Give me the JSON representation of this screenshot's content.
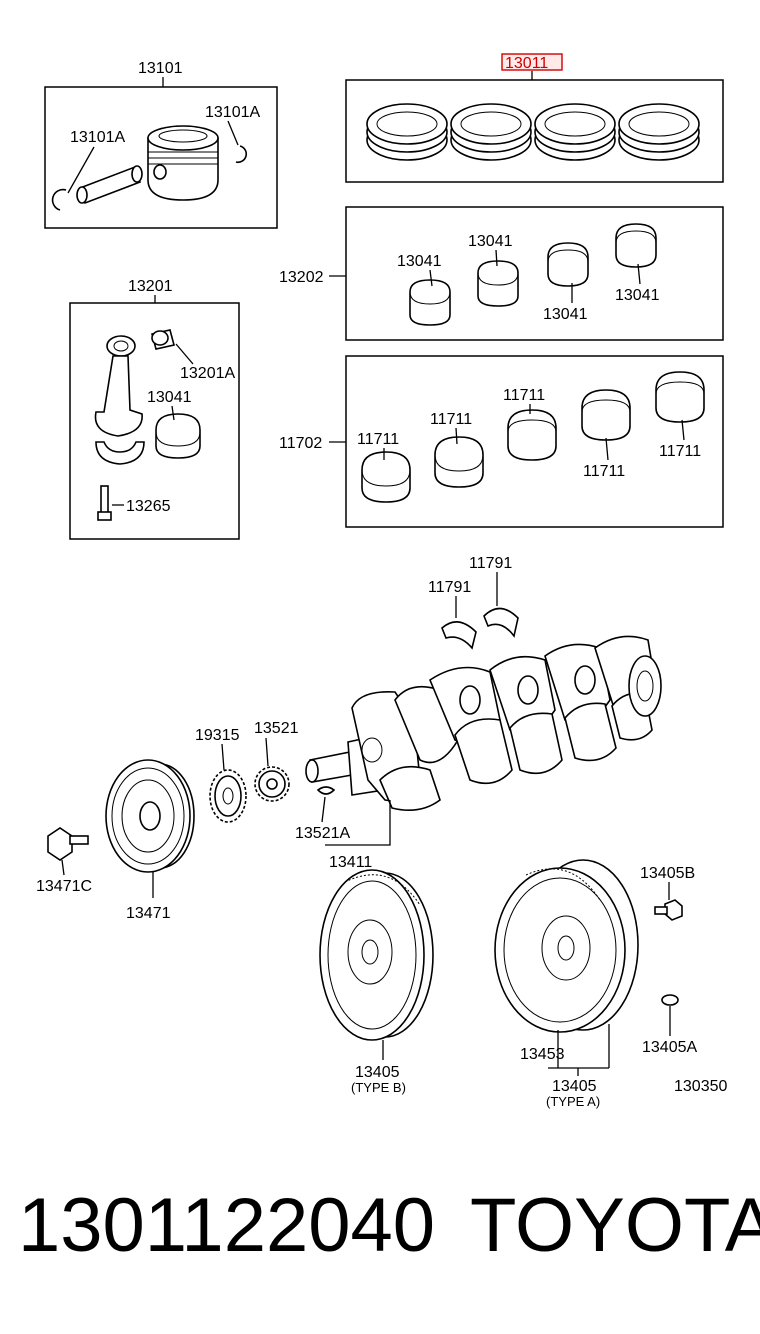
{
  "diagram": {
    "highlight_color": "#d00000",
    "groups": {
      "piston": {
        "title": "13101",
        "snap_ring_left": "13101A",
        "snap_ring_right": "13101A"
      },
      "rings": {
        "title": "13011"
      },
      "rod_bearings": {
        "title": "13202",
        "b1": "13041",
        "b2": "13041",
        "b3": "13041",
        "b4": "13041"
      },
      "conrod": {
        "title": "13201",
        "bushing": "13201A",
        "bearing": "13041",
        "bolt": "13265"
      },
      "main_bearings": {
        "title": "11702",
        "b1": "11711",
        "b2": "11711",
        "b3": "11711",
        "b4": "11711",
        "b5": "11711"
      }
    },
    "thrust_washer_upper": "11791",
    "thrust_washer_lower": "11791",
    "gear_19315": "19315",
    "gear_13521": "13521",
    "key_13521a": "13521A",
    "crankshaft": "13411",
    "pulley_bolt": "13471C",
    "pulley": "13471",
    "flywheel_b": "13405",
    "flywheel_b_type": "(TYPE B)",
    "flywheel_a": "13405",
    "flywheel_a_type": "(TYPE A)",
    "ring_gear": "13453",
    "fly_bolt": "13405B",
    "fly_pin": "13405A",
    "figure_code": "130350"
  },
  "footer": {
    "part_number": "1301122040",
    "brand": "TOYOTA"
  }
}
